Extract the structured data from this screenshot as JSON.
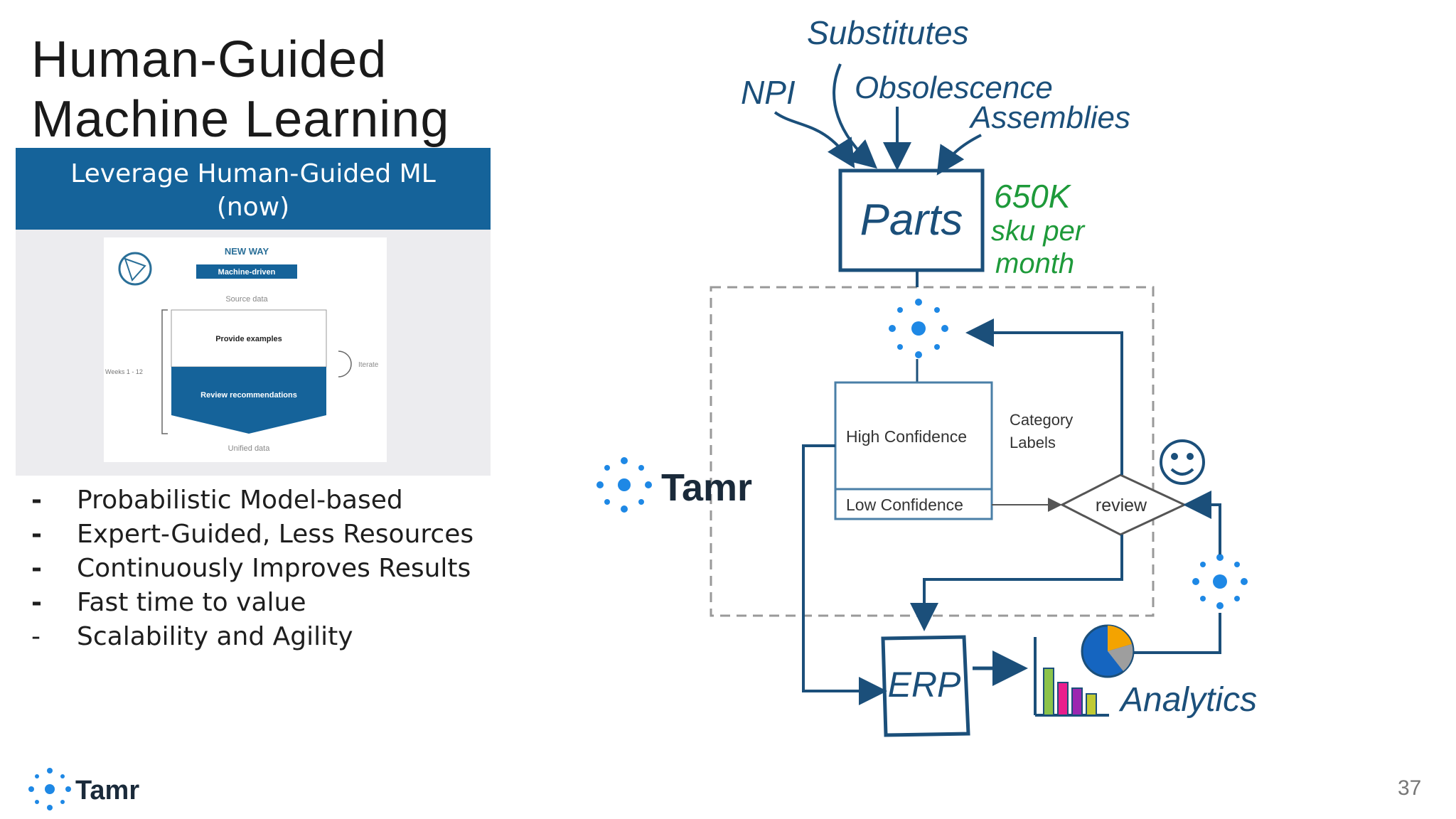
{
  "slide": {
    "title_line1": "Human-Guided",
    "title_line2": "Machine Learning",
    "banner_line1": "Leverage Human-Guided ML",
    "banner_line2": "(now)",
    "page_number": "37",
    "logo_text": "Tamr"
  },
  "thumbnail": {
    "heading": "NEW WAY",
    "badge": "Machine-driven",
    "source": "Source data",
    "step1": "Provide examples",
    "step2": "Review recommendations",
    "iterate": "Iterate",
    "weeks": "Weeks 1 - 12",
    "unified": "Unified data"
  },
  "bullets": [
    {
      "dash": "-",
      "text": "Probabilistic Model-based"
    },
    {
      "dash": "-",
      "text": "Expert-Guided, Less Resources"
    },
    {
      "dash": "-",
      "text": "Continuously Improves Results"
    },
    {
      "dash": "-",
      "text": "Fast time to value"
    },
    {
      "dash": "-",
      "text": "Scalability and Agility"
    }
  ],
  "diagram": {
    "inputs": [
      "Substitutes",
      "NPI",
      "Obsolescence",
      "Assemblies"
    ],
    "parts": "Parts",
    "volume_line1": "650K",
    "volume_line2": "sku per",
    "volume_line3": "month",
    "tamr_label": "Tamr",
    "high_confidence": "High Confidence",
    "low_confidence": "Low Confidence",
    "category_line1": "Category",
    "category_line2": "Labels",
    "review": "review",
    "erp": "ERP",
    "analytics": "Analytics"
  },
  "colors": {
    "brand_blue": "#15639a",
    "ink_blue": "#1b4f7a",
    "green": "#1e9a3a",
    "tamr_dot": "#1e88e5"
  }
}
